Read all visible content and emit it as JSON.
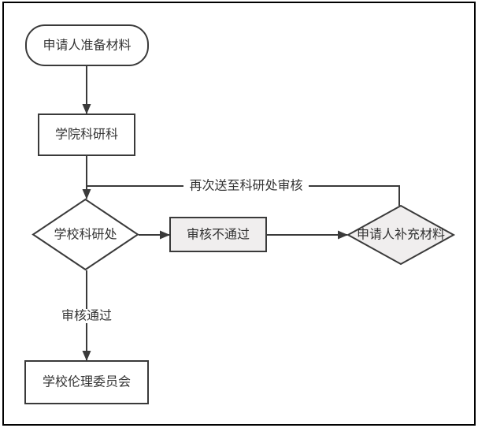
{
  "flowchart": {
    "nodes": {
      "start": {
        "label": "申请人准备材料",
        "shape": "rounded-rectangle",
        "fill": "#ffffff"
      },
      "college_research_section": {
        "label": "学院科研科",
        "shape": "rectangle",
        "fill": "#ffffff"
      },
      "university_research_office": {
        "label": "学校科研处",
        "shape": "diamond",
        "fill": "#ffffff"
      },
      "review_not_passed": {
        "label": "审核不通过",
        "shape": "rectangle",
        "fill": "#f0eeee"
      },
      "applicant_supplement_materials": {
        "label": "申请人补充材料",
        "shape": "diamond",
        "fill": "#f0eeee"
      },
      "ethics_committee": {
        "label": "学校伦理委员会",
        "shape": "rectangle",
        "fill": "#ffffff"
      }
    },
    "edge_labels": {
      "resubmit": "再次送至科研处审核",
      "approved": "审核通过"
    },
    "colors": {
      "line": "#3a3a3a",
      "text": "#333333",
      "node_fill": "#ffffff",
      "highlight_fill": "#f0eeee",
      "frame": "#000000",
      "background": "#ffffff"
    }
  }
}
